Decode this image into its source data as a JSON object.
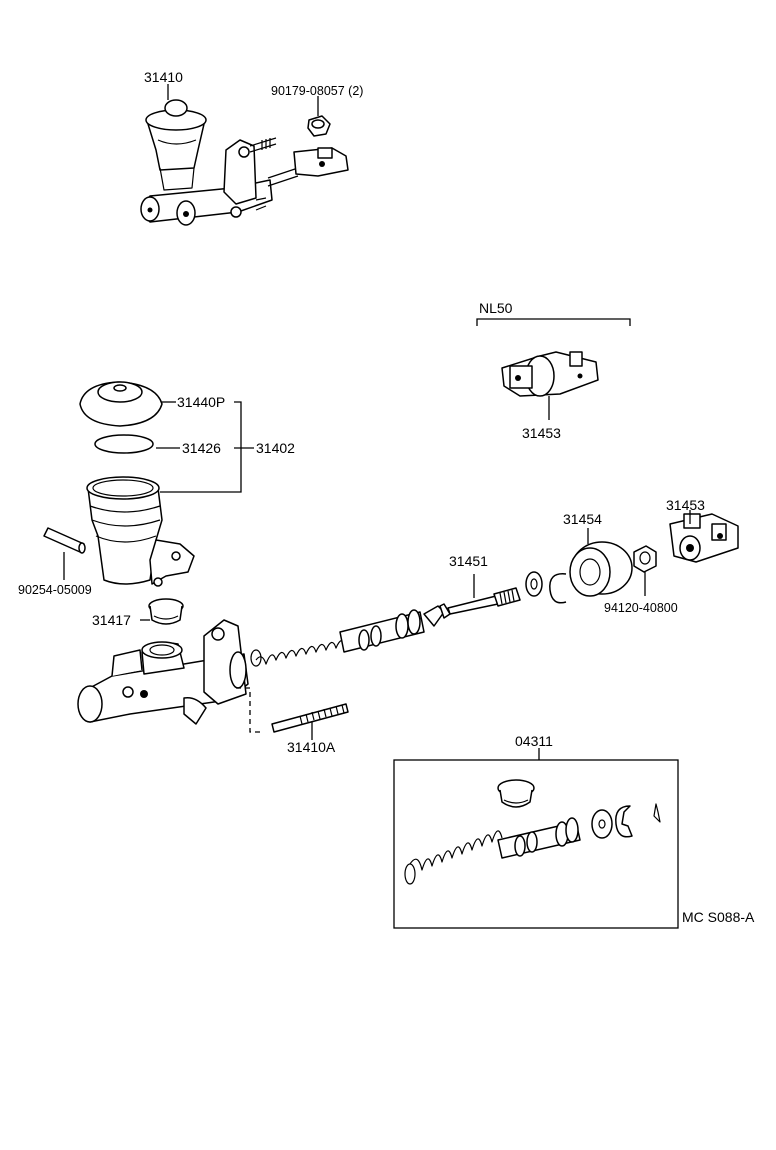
{
  "labels": {
    "assy_top": "31410",
    "nut_top": "90179-08057 (2)",
    "nl50": "NL50",
    "clevis_nl50": "31453",
    "cap": "31440P",
    "gasket": "31426",
    "reservoir_set": "31402",
    "pin": "90254-05009",
    "grommet": "31417",
    "stud": "31410A",
    "piston_rod": "31451",
    "boot": "31454",
    "clevis": "31453",
    "nut": "94120-40800",
    "kit": "04311",
    "figure_code": "MC S088-A"
  }
}
